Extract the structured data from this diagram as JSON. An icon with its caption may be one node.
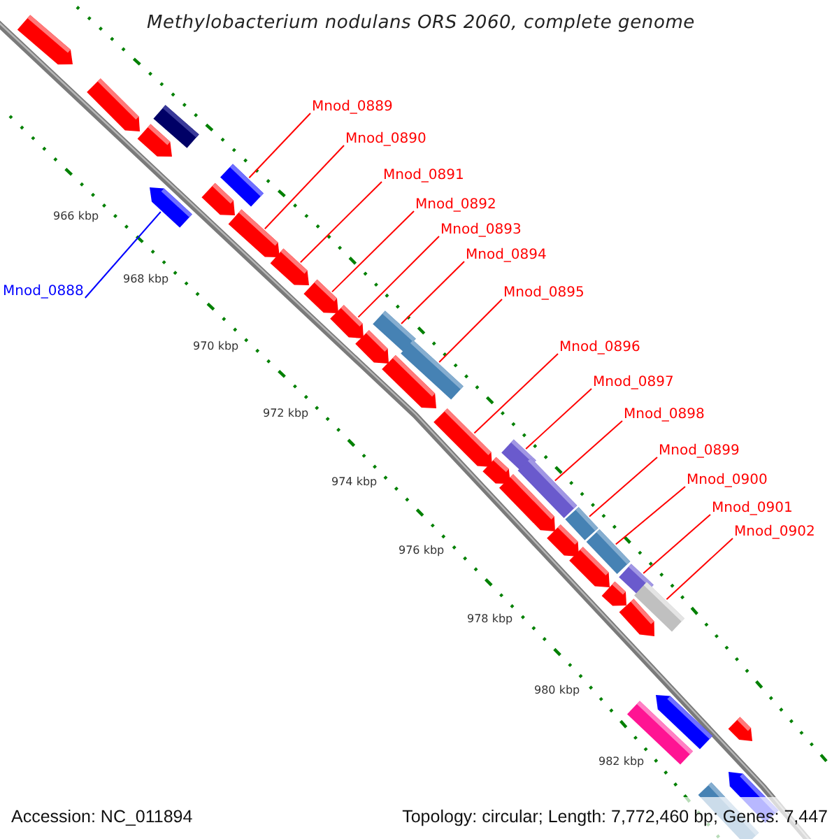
{
  "diagram": {
    "title": "Methylobacterium nodulans ORS 2060, complete genome",
    "nodes": [
      {
        "text": [
          "Mnod_0888"
        ]
      },
      {
        "text": [
          "Mnod_0889"
        ]
      },
      {
        "text": [
          "Mnod_0890"
        ]
      },
      {
        "text": [
          "Mnod_0891"
        ]
      },
      {
        "text": [
          "Mnod_0892"
        ]
      },
      {
        "text": [
          "Mnod_0893"
        ]
      },
      {
        "text": [
          "Mnod_0894"
        ]
      },
      {
        "text": [
          "Mnod_0895"
        ]
      },
      {
        "text": [
          "Mnod_0896"
        ]
      },
      {
        "text": [
          "Mnod_0897"
        ]
      },
      {
        "text": [
          "Mnod_0898"
        ]
      },
      {
        "text": [
          "Mnod_0899"
        ]
      },
      {
        "text": [
          "Mnod_0900"
        ]
      },
      {
        "text": [
          "Mnod_0901"
        ]
      },
      {
        "text": [
          "Mnod_0902"
        ]
      },
      {
        "text": [],
        "shape": "arrow"
      },
      {
        "text": [],
        "shape": "arrow"
      },
      {
        "text": [],
        "shape": "arrow"
      },
      {
        "text": [],
        "shape": "bar"
      },
      {
        "text": [],
        "shape": "bar"
      },
      {
        "text": [],
        "shape": "arrow"
      },
      {
        "text": [],
        "shape": "arrow"
      },
      {
        "text": [],
        "shape": "arrow"
      },
      {
        "text": [],
        "shape": "arrow"
      },
      {
        "text": [],
        "shape": "arrow"
      },
      {
        "text": [],
        "shape": "arrow"
      },
      {
        "text": [],
        "shape": "bar"
      },
      {
        "text": [],
        "shape": "bar"
      },
      {
        "text": [],
        "shape": "arrow"
      },
      {
        "text": [],
        "shape": "arrow"
      },
      {
        "text": [],
        "shape": "arrow"
      },
      {
        "text": [],
        "shape": "bar"
      },
      {
        "text": [],
        "shape": "bar"
      },
      {
        "text": [],
        "shape": "bar"
      },
      {
        "text": [],
        "shape": "bar"
      },
      {
        "text": [],
        "shape": "bar"
      },
      {
        "text": [],
        "shape": "bar"
      },
      {
        "text": [],
        "shape": "arrow"
      },
      {
        "text": [],
        "shape": "arrow"
      },
      {
        "text": [],
        "shape": "arrow"
      },
      {
        "text": [],
        "shape": "arrow"
      },
      {
        "text": [],
        "shape": "arrow"
      },
      {
        "text": [],
        "shape": "arrow"
      },
      {
        "text": [],
        "shape": "bar"
      },
      {
        "text": [],
        "shape": "arrow"
      },
      {
        "text": [],
        "shape": "arrow"
      },
      {
        "text": [],
        "shape": "bar"
      },
      {
        "text": [],
        "shape": "arrow"
      }
    ],
    "edges": [
      {
        "from": 0,
        "to": 42,
        "arrow": "none",
        "color": "#0000ff"
      },
      {
        "from": 1,
        "to": 19,
        "arrow": "none"
      },
      {
        "from": 2,
        "to": 21,
        "arrow": "none"
      },
      {
        "from": 3,
        "to": 22,
        "arrow": "none"
      },
      {
        "from": 4,
        "to": 23,
        "arrow": "none"
      },
      {
        "from": 5,
        "to": 24,
        "arrow": "none"
      },
      {
        "from": 6,
        "to": 26,
        "arrow": "none"
      },
      {
        "from": 7,
        "to": 27,
        "arrow": "none"
      },
      {
        "from": 8,
        "to": 29,
        "arrow": "none"
      },
      {
        "from": 9,
        "to": 31,
        "arrow": "none"
      },
      {
        "from": 10,
        "to": 32,
        "arrow": "none"
      },
      {
        "from": 11,
        "to": 33,
        "arrow": "none"
      },
      {
        "from": 12,
        "to": 34,
        "arrow": "none"
      },
      {
        "from": 13,
        "to": 35,
        "arrow": "none"
      },
      {
        "from": 14,
        "to": 36,
        "arrow": "none"
      }
    ],
    "labels": [
      "966 kbp",
      "968 kbp",
      "970 kbp",
      "972 kbp",
      "974 kbp",
      "976 kbp",
      "978 kbp",
      "980 kbp",
      "982 kbp",
      "Accession: NC_011894",
      "Topology: circular; Length: 7,772,460 bp; Genes: 7,447"
    ]
  }
}
